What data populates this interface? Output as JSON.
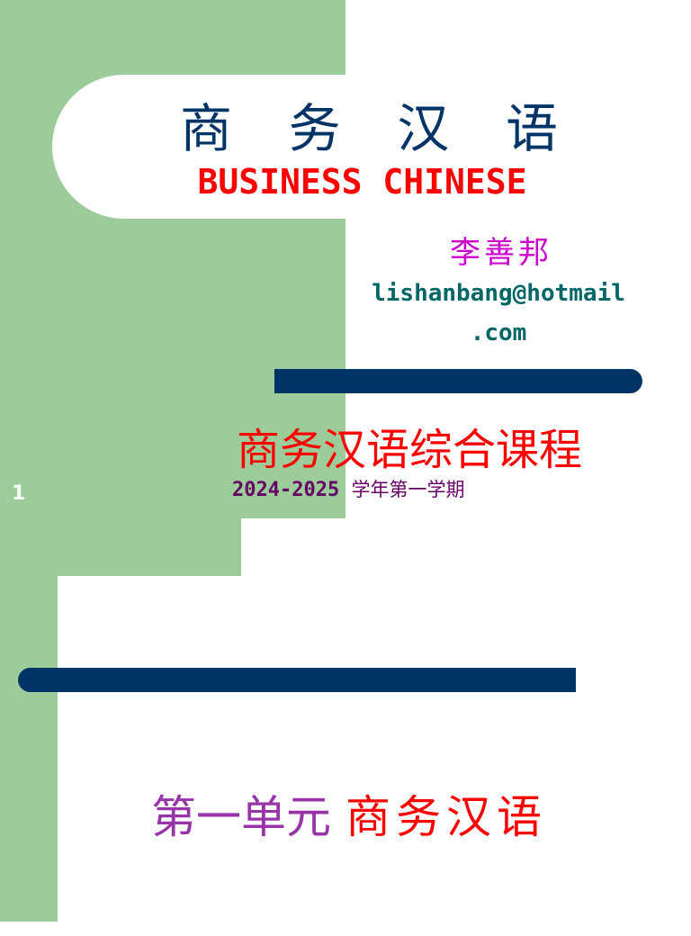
{
  "title": {
    "chinese_chars": [
      "商",
      "务",
      "汉",
      "语"
    ],
    "english": "BUSINESS CHINESE"
  },
  "author": {
    "name_chars": [
      "李",
      "善",
      "邦"
    ],
    "email_line1": "lishanbang@hotmail",
    "email_line2": ".com"
  },
  "course": {
    "subtitle": "商务汉语综合课程",
    "term_year": "2024-2025",
    "term_label": "学年第一学期"
  },
  "page_number": "1",
  "footer": {
    "left_text": "第一单元",
    "right_chars": [
      "商",
      "务",
      "汉",
      "语"
    ]
  },
  "colors": {
    "green_background": "#9ccc9a",
    "navy_bar": "#003366",
    "title_red": "#ff0000",
    "author_magenta": "#cc00cc",
    "email_teal": "#006666",
    "term_purple": "#660066"
  }
}
